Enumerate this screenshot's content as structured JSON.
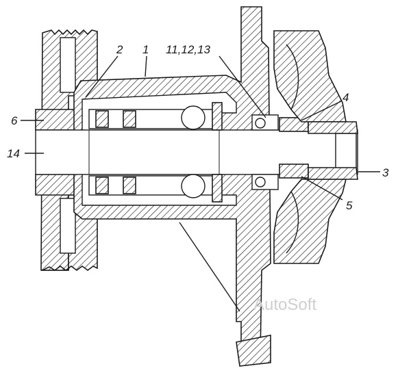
{
  "callouts": {
    "c1": "1",
    "c2": "2",
    "c3": "3",
    "c4": "4",
    "c5": "5",
    "c6": "6",
    "c11": "11,12,13",
    "c14": "14"
  },
  "watermark": "AutoSoft",
  "colors": {
    "ink": "#1a1a1a",
    "watermark": "#cfcfcf",
    "background": "#ffffff"
  }
}
